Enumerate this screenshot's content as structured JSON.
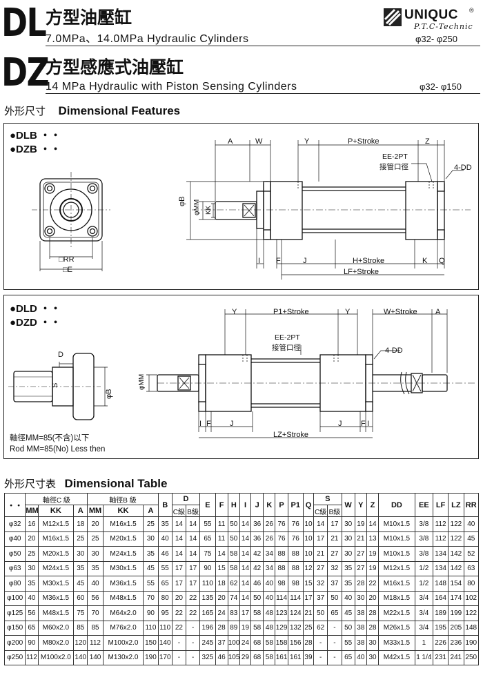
{
  "header": {
    "dl": {
      "code": "DL",
      "title_cn": "方型油壓缸",
      "title_en": "7.0MPa、14.0MPa Hydraulic Cylinders",
      "range": "φ32- φ250"
    },
    "dz": {
      "code": "DZ",
      "title_cn": "方型感應式油壓缸",
      "title_en": "14 MPa Hydraulic with Piston Sensing Cylinders",
      "range": "φ32- φ150"
    },
    "logo": {
      "brand": "UNIQUC",
      "reg": "®",
      "tagline": "P.T.C-Technic"
    }
  },
  "features_section": {
    "title_cn": "外形尺寸",
    "title_en": "Dimensional Features"
  },
  "panel1": {
    "series": [
      "●DLB ・・",
      "●DZB ・・"
    ],
    "labels": {
      "a": "A",
      "w": "W",
      "y": "Y",
      "p_stroke": "P+Stroke",
      "z": "Z",
      "ee": "EE-2PT",
      "ee_cn": "接管口徑",
      "dd": "4-DD",
      "b": "φB",
      "mm": "φMM",
      "kk": "KK",
      "rr": "□RR",
      "e": "□E",
      "i": "I",
      "f": "F",
      "j": "J",
      "h_stroke": "H+Stroke",
      "k": "K",
      "q": "Q",
      "lf_stroke": "LF+Stroke"
    }
  },
  "panel2": {
    "series": [
      "●DLD ・・",
      "●DZD ・・"
    ],
    "labels": {
      "y": "Y",
      "p1_stroke": "P1+Stroke",
      "w_stroke": "W+Stroke",
      "a": "A",
      "ee": "EE-2PT",
      "ee_cn": "接管口徑",
      "dd": "4-DD",
      "mm": "φMM",
      "d": "D",
      "s": "S",
      "b": "φB",
      "i": "I",
      "f": "F",
      "j": "J",
      "lz_stroke": "LZ+Stroke"
    },
    "note_cn": "軸徑MM=85(不含)以下",
    "note_en": "Rod MM=85(No) Less then"
  },
  "table_section": {
    "title_cn": "外形尺寸表",
    "title_en": "Dimensional Table"
  },
  "table": {
    "corner": "・・",
    "group_c": "軸徑C 級",
    "group_b": "軸徑B 級",
    "group_d": "D",
    "group_s": "S",
    "sub_c": "C級",
    "sub_b": "B級",
    "cols_c": [
      "MM",
      "KK",
      "A"
    ],
    "cols_b": [
      "MM",
      "KK",
      "A"
    ],
    "col_b": "B",
    "cols_mid": [
      "E",
      "F",
      "H",
      "I",
      "J",
      "K",
      "P",
      "P1",
      "Q"
    ],
    "cols_end": [
      "W",
      "Y",
      "Z",
      "DD",
      "EE",
      "LF",
      "LZ",
      "RR"
    ],
    "rows": [
      [
        "φ32",
        "16",
        "M12x1.5",
        "18",
        "20",
        "M16x1.5",
        "25",
        "35",
        "14",
        "14",
        "55",
        "11",
        "50",
        "14",
        "36",
        "26",
        "76",
        "76",
        "10",
        "14",
        "17",
        "30",
        "19",
        "14",
        "M10x1.5",
        "3/8",
        "112",
        "122",
        "40"
      ],
      [
        "φ40",
        "20",
        "M16x1.5",
        "25",
        "25",
        "M20x1.5",
        "30",
        "40",
        "14",
        "14",
        "65",
        "11",
        "50",
        "14",
        "36",
        "26",
        "76",
        "76",
        "10",
        "17",
        "21",
        "30",
        "21",
        "13",
        "M10x1.5",
        "3/8",
        "112",
        "122",
        "45"
      ],
      [
        "φ50",
        "25",
        "M20x1.5",
        "30",
        "30",
        "M24x1.5",
        "35",
        "46",
        "14",
        "14",
        "75",
        "14",
        "58",
        "14",
        "42",
        "34",
        "88",
        "88",
        "10",
        "21",
        "27",
        "30",
        "27",
        "19",
        "M10x1.5",
        "3/8",
        "134",
        "142",
        "52"
      ],
      [
        "φ63",
        "30",
        "M24x1.5",
        "35",
        "35",
        "M30x1.5",
        "45",
        "55",
        "17",
        "17",
        "90",
        "15",
        "58",
        "14",
        "42",
        "34",
        "88",
        "88",
        "12",
        "27",
        "32",
        "35",
        "27",
        "19",
        "M12x1.5",
        "1/2",
        "134",
        "142",
        "63"
      ],
      [
        "φ80",
        "35",
        "M30x1.5",
        "45",
        "40",
        "M36x1.5",
        "55",
        "65",
        "17",
        "17",
        "110",
        "18",
        "62",
        "14",
        "46",
        "40",
        "98",
        "98",
        "15",
        "32",
        "37",
        "35",
        "28",
        "22",
        "M16x1.5",
        "1/2",
        "148",
        "154",
        "80"
      ],
      [
        "φ100",
        "40",
        "M36x1.5",
        "60",
        "56",
        "M48x1.5",
        "70",
        "80",
        "20",
        "22",
        "135",
        "20",
        "74",
        "14",
        "50",
        "40",
        "114",
        "114",
        "17",
        "37",
        "50",
        "40",
        "30",
        "20",
        "M18x1.5",
        "3/4",
        "164",
        "174",
        "102"
      ],
      [
        "φ125",
        "56",
        "M48x1.5",
        "75",
        "70",
        "M64x2.0",
        "90",
        "95",
        "22",
        "22",
        "165",
        "24",
        "83",
        "17",
        "58",
        "48",
        "123",
        "124",
        "21",
        "50",
        "65",
        "45",
        "38",
        "28",
        "M22x1.5",
        "3/4",
        "189",
        "199",
        "122"
      ],
      [
        "φ150",
        "65",
        "M60x2.0",
        "85",
        "85",
        "M76x2.0",
        "110",
        "110",
        "22",
        "-",
        "196",
        "28",
        "89",
        "19",
        "58",
        "48",
        "129",
        "132",
        "25",
        "62",
        "-",
        "50",
        "38",
        "28",
        "M26x1.5",
        "3/4",
        "195",
        "205",
        "148"
      ],
      [
        "φ200",
        "90",
        "M80x2.0",
        "120",
        "112",
        "M100x2.0",
        "150",
        "140",
        "-",
        "-",
        "245",
        "37",
        "100",
        "24",
        "68",
        "58",
        "158",
        "156",
        "28",
        "-",
        "-",
        "55",
        "38",
        "30",
        "M33x1.5",
        "1",
        "226",
        "236",
        "190"
      ],
      [
        "φ250",
        "112",
        "M100x2.0",
        "140",
        "140",
        "M130x2.0",
        "190",
        "170",
        "-",
        "-",
        "325",
        "46",
        "105",
        "29",
        "68",
        "58",
        "161",
        "161",
        "39",
        "-",
        "-",
        "65",
        "40",
        "30",
        "M42x1.5",
        "1 1/4",
        "231",
        "241",
        "250"
      ]
    ]
  }
}
